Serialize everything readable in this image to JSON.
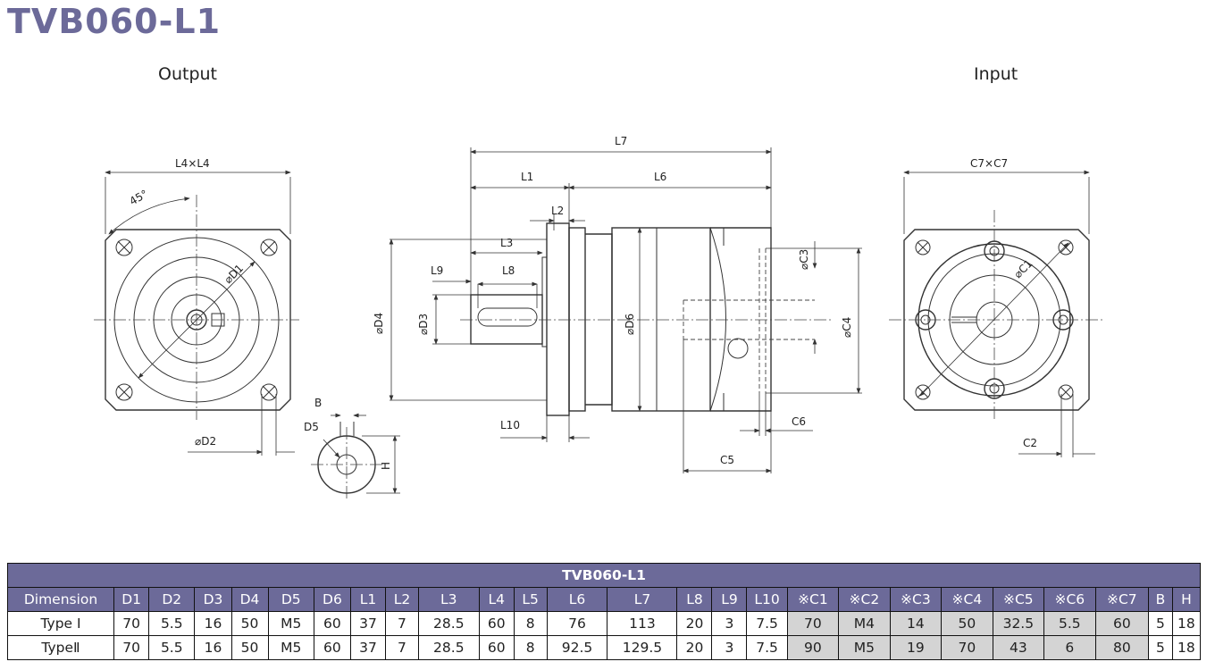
{
  "title": "TVB060-L1",
  "views": {
    "output": "Output",
    "input": "Input"
  },
  "labels": {
    "l4xl4": "L4×L4",
    "angle": "45°",
    "d1": "⌀D1",
    "d2": "⌀D2",
    "b": "B",
    "d5": "D5",
    "h": "H",
    "l7": "L7",
    "l1": "L1",
    "l6": "L6",
    "l2": "L2",
    "l3": "L3",
    "l9": "L9",
    "l8": "L8",
    "d4": "⌀D4",
    "d3": "⌀D3",
    "d6": "⌀D6",
    "c3": "⌀C3",
    "c4": "⌀C4",
    "l10": "L10",
    "c6": "C6",
    "c5": "C5",
    "c7xc7": "C7×C7",
    "c1": "⌀C1",
    "c2": "C2"
  },
  "table": {
    "title": "TVB060-L1",
    "headers": [
      "Dimension",
      "D1",
      "D2",
      "D3",
      "D4",
      "D5",
      "D6",
      "L1",
      "L2",
      "L3",
      "L4",
      "L5",
      "L6",
      "L7",
      "L8",
      "L9",
      "L10",
      "※C1",
      "※C2",
      "※C3",
      "※C4",
      "※C5",
      "※C6",
      "※C7",
      "B",
      "H"
    ],
    "rows": [
      [
        "Type I",
        "70",
        "5.5",
        "16",
        "50",
        "M5",
        "60",
        "37",
        "7",
        "28.5",
        "60",
        "8",
        "76",
        "113",
        "20",
        "3",
        "7.5",
        "70",
        "M4",
        "14",
        "50",
        "32.5",
        "5.5",
        "60",
        "5",
        "18"
      ],
      [
        "TypeⅡ",
        "70",
        "5.5",
        "16",
        "50",
        "M5",
        "60",
        "37",
        "7",
        "28.5",
        "60",
        "8",
        "92.5",
        "129.5",
        "20",
        "3",
        "7.5",
        "90",
        "M5",
        "19",
        "70",
        "43",
        "6",
        "80",
        "5",
        "18"
      ]
    ]
  },
  "colors": {
    "header_bg": "#6c6a99",
    "header_text": "#ffffff",
    "shaded_cell": "#d4d4d4"
  }
}
